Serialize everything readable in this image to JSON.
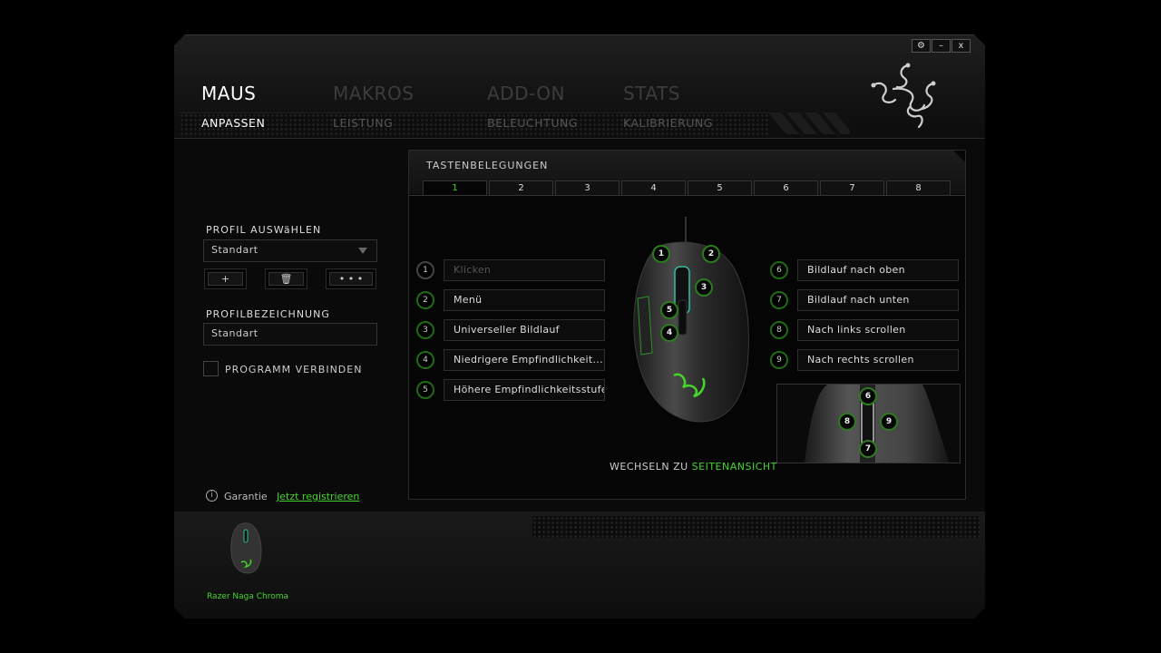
{
  "window_controls": {
    "settings": "⚙",
    "minimize": "–",
    "close": "x"
  },
  "main_tabs": [
    {
      "label": "MAUS",
      "active": true
    },
    {
      "label": "MAKROS",
      "active": false
    },
    {
      "label": "ADD-ON",
      "active": false
    },
    {
      "label": "STATS",
      "active": false
    }
  ],
  "sub_tabs": [
    {
      "label": "ANPASSEN",
      "active": true
    },
    {
      "label": "LEISTUNG",
      "active": false
    },
    {
      "label": "BELEUCHTUNG",
      "active": false
    },
    {
      "label": "KALIBRIERUNG",
      "active": false
    }
  ],
  "profile": {
    "select_label": "PROFIL AUSWäHLEN",
    "selected": "Standart",
    "add": "+",
    "delete": "🗑",
    "more": "• • •",
    "name_label": "PROFILBEZEICHNUNG",
    "name_value": "Standart",
    "link_program": "PROGRAMM VERBINDEN"
  },
  "warranty": {
    "info": "i",
    "label": "Garantie",
    "link": "Jetzt registrieren"
  },
  "panel": {
    "title": "TASTENBELEGUNGEN",
    "tabs": [
      "1",
      "2",
      "3",
      "4",
      "5",
      "6",
      "7",
      "8"
    ],
    "active_tab": "1",
    "left_bindings": [
      {
        "num": "1",
        "label": "Klicken"
      },
      {
        "num": "2",
        "label": "Menü"
      },
      {
        "num": "3",
        "label": "Universeller Bildlauf"
      },
      {
        "num": "4",
        "label": "Niedrigere Empfindlichkeit..."
      },
      {
        "num": "5",
        "label": "Höhere Empfindlichkeitsstufe"
      }
    ],
    "right_bindings": [
      {
        "num": "6",
        "label": "Bildlauf nach oben"
      },
      {
        "num": "7",
        "label": "Bildlauf nach unten"
      },
      {
        "num": "8",
        "label": "Nach links scrollen"
      },
      {
        "num": "9",
        "label": "Nach rechts scrollen"
      }
    ],
    "mouse_markers": [
      "1",
      "2",
      "3",
      "5",
      "4"
    ],
    "inset_markers": [
      "6",
      "8",
      "9",
      "7"
    ],
    "switch_prefix": "WECHSELN ZU",
    "switch_link": "SEITENANSICHT"
  },
  "device": {
    "name": "Razer Naga Chroma"
  },
  "colors": {
    "accent": "#44d62c",
    "background": "#000000",
    "text": "#cccccc"
  }
}
